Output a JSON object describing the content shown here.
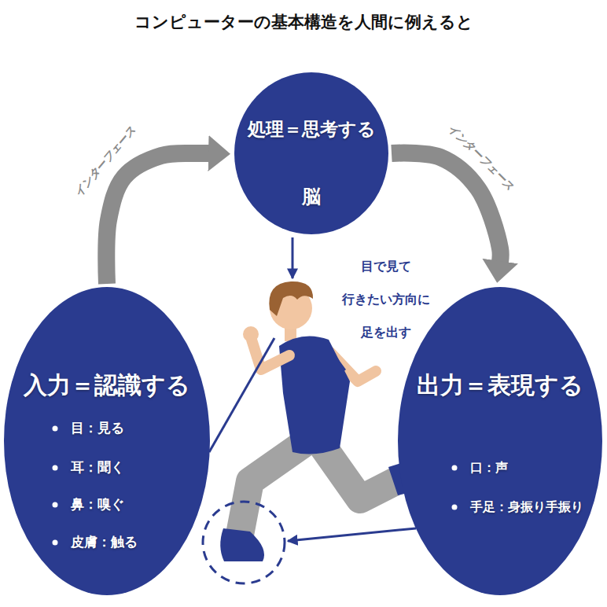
{
  "diagram": {
    "title": "コンピューターの基本構造を人間に例えると",
    "nodes": [
      {
        "text": [
          "処理＝思考する",
          "脳"
        ]
      },
      {
        "text": [
          "入力＝認識する",
          "目：見る",
          "耳：聞く",
          "鼻：嗅ぐ",
          "皮膚：触る"
        ]
      },
      {
        "text": [
          "出力＝表現する",
          "口：声",
          "手足：身振り手振り"
        ]
      }
    ],
    "edges": [
      {
        "from": 1,
        "to": 0,
        "arrow": "to",
        "label": "インターフェース"
      },
      {
        "from": 0,
        "to": 2,
        "arrow": "to",
        "label": "インターフェース"
      }
    ],
    "labels": [
      "目で見て 行きたい方向に 足を出す"
    ]
  }
}
